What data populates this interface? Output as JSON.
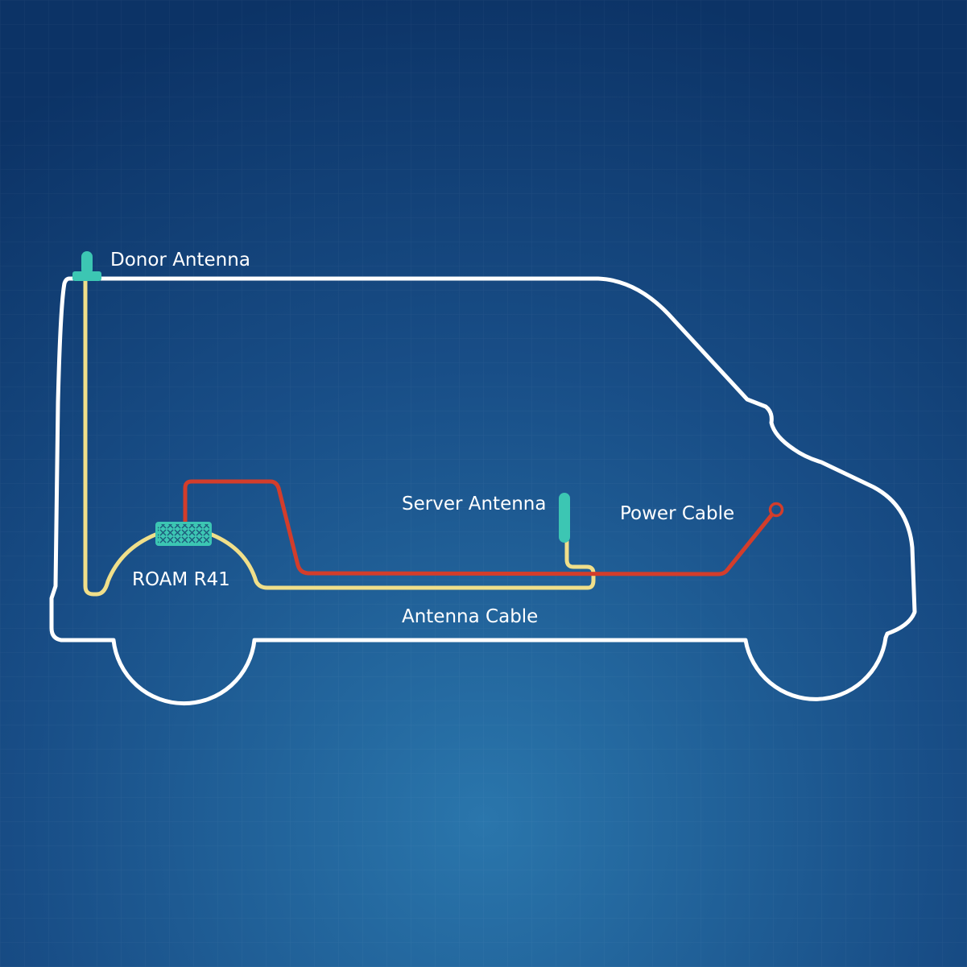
{
  "labels": {
    "donor_antenna": "Donor Antenna",
    "server_antenna": "Server Antenna",
    "power_cable": "Power Cable",
    "booster": "ROAM R41",
    "antenna_cable": "Antenna Cable"
  },
  "colors": {
    "background_top": "#0c3366",
    "background_glow": "#2a76ac",
    "van_outline": "#ffffff",
    "antenna_cable": "#f0df8a",
    "power_cable": "#d33d2b",
    "antenna": "#3cc6b3",
    "booster": "#3cc6b3",
    "label_text": "#ffffff"
  },
  "icons": {
    "donor_antenna": "antenna-icon",
    "server_antenna": "antenna-icon",
    "booster": "signal-booster-icon",
    "power_plug": "plug-icon"
  }
}
